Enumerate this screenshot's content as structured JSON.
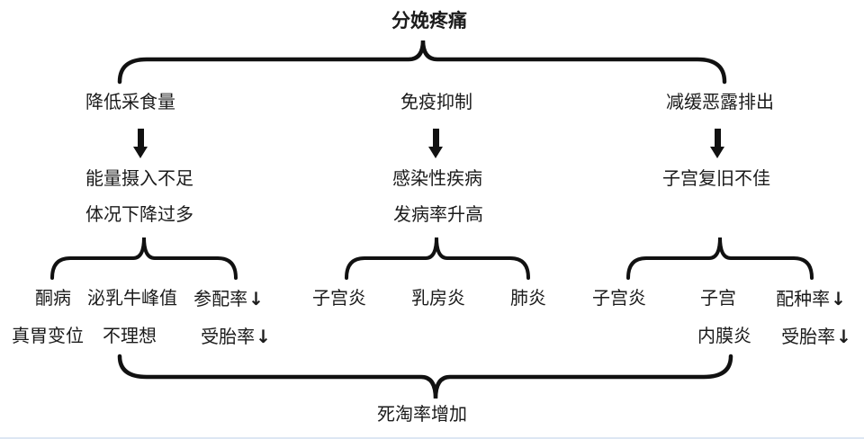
{
  "diagram": {
    "title": "分娩疼痛",
    "arrow_glyph": "↓",
    "line_color": "#111111",
    "branch_left": {
      "cause": "降低采食量",
      "effects": [
        "能量摄入不足",
        "体况下降过多"
      ],
      "leaves_row1": [
        "酮病",
        "泌乳牛峰值",
        "参配率"
      ],
      "leaves_row2": [
        "真胃变位",
        "不理想",
        "受胎率"
      ]
    },
    "branch_middle": {
      "cause": "免疫抑制",
      "effects": [
        "感染性疾病",
        "发病率升高"
      ],
      "leaves_row1": [
        "子宫炎",
        "乳房炎",
        "肺炎"
      ]
    },
    "branch_right": {
      "cause": "减缓恶露排出",
      "effects": [
        "子宫复旧不佳"
      ],
      "leaves_row1": [
        "子宫炎",
        "子宫",
        "配种率"
      ],
      "leaves_row2": [
        "内膜炎",
        "受胎率"
      ]
    },
    "final_outcome": "死淘率增加"
  }
}
